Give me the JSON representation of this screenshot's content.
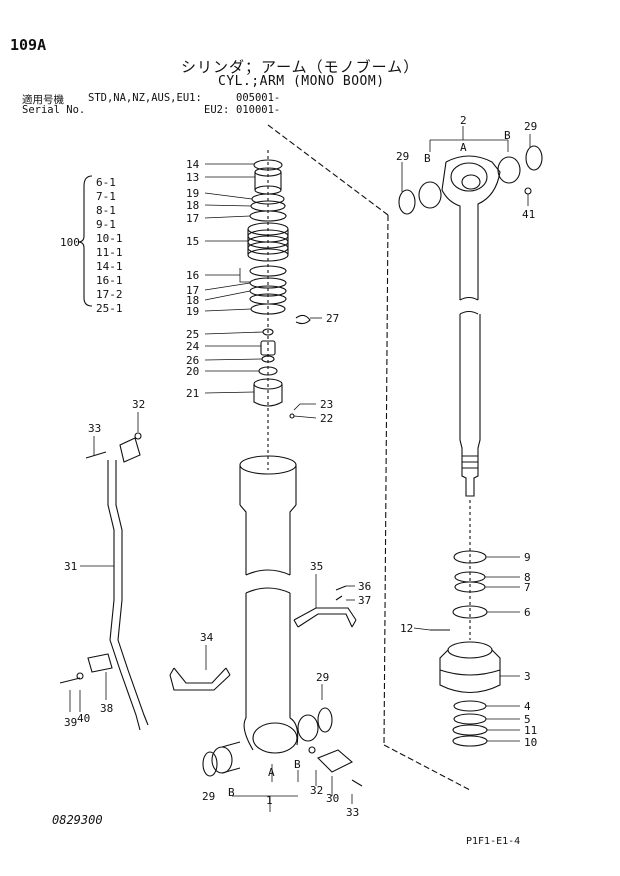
{
  "header": {
    "page_code": "109A",
    "title_jp": "シリンダ；アーム（モノブーム）",
    "title_en": "CYL.;ARM (MONO BOOM)",
    "applicable_label": "適用号機",
    "models": "STD,NA,NZ,AUS,EU1:",
    "serial_label": "Serial No.",
    "serial_1": "005001-",
    "eu2_label": "EU2:",
    "serial_2": "010001-"
  },
  "kit": {
    "number": "100",
    "items": [
      "6-1",
      "7-1",
      "8-1",
      "9-1",
      "10-1",
      "11-1",
      "14-1",
      "16-1",
      "17-2",
      "25-1"
    ]
  },
  "callouts": [
    {
      "id": "c14",
      "label": "14"
    },
    {
      "id": "c13",
      "label": "13"
    },
    {
      "id": "c19a",
      "label": "19"
    },
    {
      "id": "c18a",
      "label": "18"
    },
    {
      "id": "c17a",
      "label": "17"
    },
    {
      "id": "c15",
      "label": "15"
    },
    {
      "id": "c16",
      "label": "16"
    },
    {
      "id": "c17b",
      "label": "17"
    },
    {
      "id": "c18b",
      "label": "18"
    },
    {
      "id": "c19b",
      "label": "19"
    },
    {
      "id": "c25",
      "label": "25"
    },
    {
      "id": "c24",
      "label": "24"
    },
    {
      "id": "c26",
      "label": "26"
    },
    {
      "id": "c20",
      "label": "20"
    },
    {
      "id": "c21",
      "label": "21"
    },
    {
      "id": "c27",
      "label": "27"
    },
    {
      "id": "c23",
      "label": "23"
    },
    {
      "id": "c22",
      "label": "22"
    },
    {
      "id": "c32a",
      "label": "32"
    },
    {
      "id": "c33a",
      "label": "33"
    },
    {
      "id": "c31",
      "label": "31"
    },
    {
      "id": "c35",
      "label": "35"
    },
    {
      "id": "c36",
      "label": "36"
    },
    {
      "id": "c37",
      "label": "37"
    },
    {
      "id": "c34",
      "label": "34"
    },
    {
      "id": "c38",
      "label": "38"
    },
    {
      "id": "c39",
      "label": "39"
    },
    {
      "id": "c40",
      "label": "40"
    },
    {
      "id": "c29a",
      "label": "29"
    },
    {
      "id": "c29b",
      "label": "29"
    },
    {
      "id": "cA1",
      "label": "A"
    },
    {
      "id": "cB1",
      "label": "B"
    },
    {
      "id": "cB2",
      "label": "B"
    },
    {
      "id": "c1",
      "label": "1"
    },
    {
      "id": "c32b",
      "label": "32"
    },
    {
      "id": "c30",
      "label": "30"
    },
    {
      "id": "c33b",
      "label": "33"
    },
    {
      "id": "c2",
      "label": "2"
    },
    {
      "id": "cA2",
      "label": "A"
    },
    {
      "id": "cB3",
      "label": "B"
    },
    {
      "id": "cB4",
      "label": "B"
    },
    {
      "id": "c29c",
      "label": "29"
    },
    {
      "id": "c29d",
      "label": "29"
    },
    {
      "id": "c41",
      "label": "41"
    },
    {
      "id": "c9",
      "label": "9"
    },
    {
      "id": "c8",
      "label": "8"
    },
    {
      "id": "c7",
      "label": "7"
    },
    {
      "id": "c6",
      "label": "6"
    },
    {
      "id": "c12",
      "label": "12"
    },
    {
      "id": "c3",
      "label": "3"
    },
    {
      "id": "c4",
      "label": "4"
    },
    {
      "id": "c5",
      "label": "5"
    },
    {
      "id": "c11",
      "label": "11"
    },
    {
      "id": "c10",
      "label": "10"
    }
  ],
  "footer": {
    "doc_number": "0829300",
    "page_ref": "P1F1-E1-4"
  }
}
